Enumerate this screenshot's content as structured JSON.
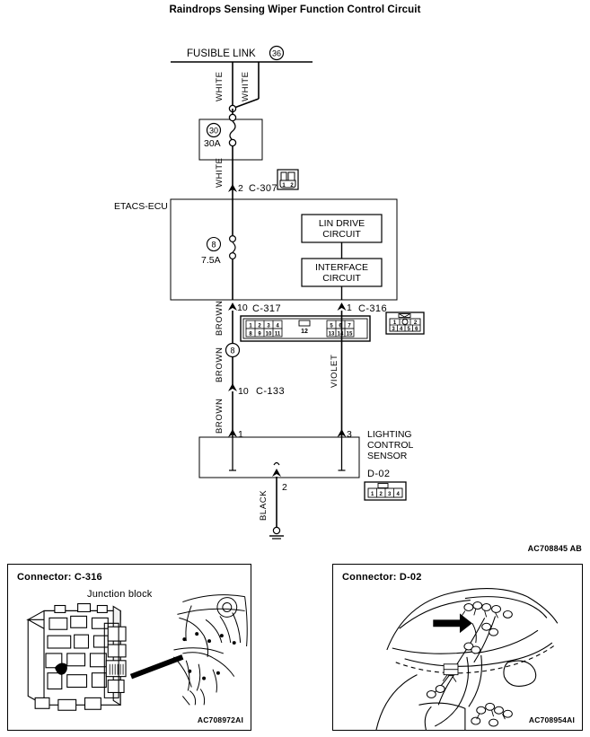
{
  "page": {
    "title": "Raindrops Sensing Wiper Function Control Circuit",
    "diagram_ref": "AC708845 AB"
  },
  "circuit": {
    "power_source": {
      "label": "FUSIBLE LINK",
      "badge": "36"
    },
    "wire_labels": {
      "white_left": "WHITE",
      "white_right": "WHITE",
      "white_below_fuse": "WHITE",
      "brown_upper": "BROWN",
      "brown_mid": "BROWN",
      "brown_lower": "BROWN",
      "violet": "VIOLET",
      "black": "BLACK"
    },
    "fuse_main": {
      "number": "30",
      "rating": "30A"
    },
    "fuse_internal": {
      "number": "8",
      "rating": "7.5A"
    },
    "splice": {
      "number": "8"
    },
    "ecu": {
      "label": "ETACS-ECU",
      "blocks": [
        {
          "line1": "LIN DRIVE",
          "line2": "CIRCUIT"
        },
        {
          "line1": "INTERFACE",
          "line2": "CIRCUIT"
        }
      ]
    },
    "sensor": {
      "line1": "LIGHTING",
      "line2": "CONTROL",
      "line3": "SENSOR",
      "connector": "D-02"
    },
    "connectors": {
      "c307": {
        "name": "C-307",
        "pin": "2",
        "pins": [
          "1",
          "2"
        ]
      },
      "c317": {
        "name": "C-317",
        "pin": "10",
        "pins_top_left": [
          "1",
          "2",
          "3",
          "4"
        ],
        "pins_top_right": [
          "5",
          "6",
          "7"
        ],
        "pins_bottom_left": [
          "8",
          "9",
          "10",
          "11"
        ],
        "pin_center": "12",
        "pins_bottom_right": [
          "13",
          "14",
          "15"
        ]
      },
      "c316": {
        "name": "C-316",
        "pin": "1",
        "pins_top": [
          "1",
          "2"
        ],
        "pins_bottom": [
          "3",
          "4",
          "5",
          "6"
        ]
      },
      "c133": {
        "name": "C-133",
        "pin": "10"
      },
      "d02": {
        "name": "D-02",
        "pins": [
          "1",
          "2",
          "3",
          "4"
        ]
      }
    },
    "sensor_pins": {
      "pin1": "1",
      "pin2": "2",
      "pin3": "3"
    }
  },
  "panels": [
    {
      "title": "Connector: C-316",
      "subtitle": "Junction block",
      "code": "AC708972AI"
    },
    {
      "title": "Connector: D-02",
      "subtitle": "",
      "code": "AC708954AI"
    }
  ]
}
